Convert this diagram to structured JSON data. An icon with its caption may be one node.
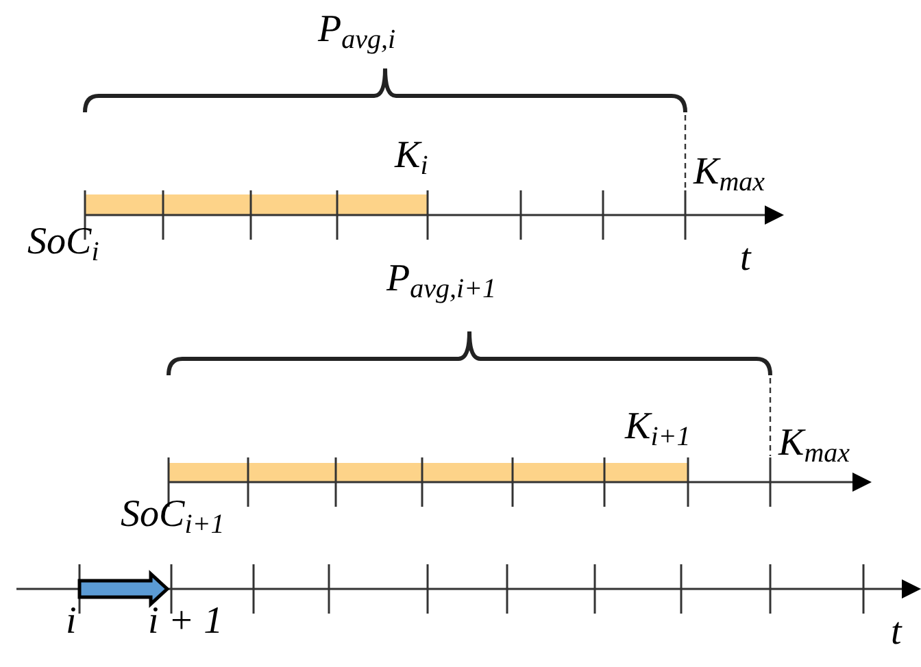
{
  "diagram": {
    "labels": [
      "P$_{avg,i}$",
      "K$_{i}$",
      "K$_{max}$",
      "SoC$_{i}$",
      "t",
      "P$_{avg,i+1}$",
      "K$_{i+1}$",
      "K$_{max}$",
      "SoC$_{i+1}$",
      "i",
      "i + 1",
      "t"
    ]
  }
}
